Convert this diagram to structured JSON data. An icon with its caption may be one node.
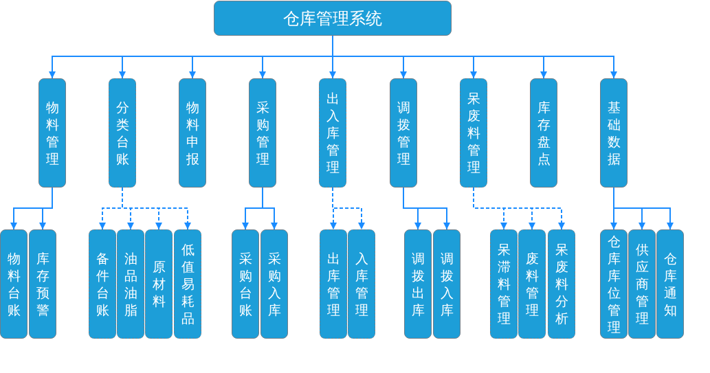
{
  "diagram": {
    "nodes": [
      {
        "text": [
          "仓库管理系统"
        ]
      },
      {
        "text": [
          "物料管理"
        ]
      },
      {
        "text": [
          "分类台账"
        ]
      },
      {
        "text": [
          "物料申报"
        ]
      },
      {
        "text": [
          "采购管理"
        ]
      },
      {
        "text": [
          "出入库管理"
        ]
      },
      {
        "text": [
          "调拨管理"
        ]
      },
      {
        "text": [
          "呆废料管理"
        ]
      },
      {
        "text": [
          "库存盘点"
        ]
      },
      {
        "text": [
          "基础数据"
        ]
      },
      {
        "text": [
          "物料台账"
        ]
      },
      {
        "text": [
          "库存预警"
        ]
      },
      {
        "text": [
          "备件台账"
        ]
      },
      {
        "text": [
          "油品油脂"
        ]
      },
      {
        "text": [
          "原材料"
        ]
      },
      {
        "text": [
          "低值易耗品"
        ]
      },
      {
        "text": [
          "采购台账"
        ]
      },
      {
        "text": [
          "采购入库"
        ]
      },
      {
        "text": [
          "出库管理"
        ]
      },
      {
        "text": [
          "入库管理"
        ]
      },
      {
        "text": [
          "调拨出库"
        ]
      },
      {
        "text": [
          "调拨入库"
        ]
      },
      {
        "text": [
          "呆滞料管理"
        ]
      },
      {
        "text": [
          "废料管理"
        ]
      },
      {
        "text": [
          "呆废料分析"
        ]
      },
      {
        "text": [
          "仓库库位管理"
        ]
      },
      {
        "text": [
          "供应商管理"
        ]
      },
      {
        "text": [
          "仓库通知"
        ]
      }
    ],
    "edges": [
      {
        "from": 0,
        "to": 1,
        "arrow": "to"
      },
      {
        "from": 0,
        "to": 2,
        "arrow": "to"
      },
      {
        "from": 0,
        "to": 3,
        "arrow": "to"
      },
      {
        "from": 0,
        "to": 4,
        "arrow": "to"
      },
      {
        "from": 0,
        "to": 5,
        "arrow": "to"
      },
      {
        "from": 0,
        "to": 6,
        "arrow": "to"
      },
      {
        "from": 0,
        "to": 7,
        "arrow": "to"
      },
      {
        "from": 0,
        "to": 8,
        "arrow": "to"
      },
      {
        "from": 0,
        "to": 9,
        "arrow": "to"
      },
      {
        "from": 1,
        "to": 10,
        "arrow": "to"
      },
      {
        "from": 1,
        "to": 11,
        "arrow": "to"
      },
      {
        "from": 2,
        "to": 12,
        "arrow": "to",
        "style": "dashed"
      },
      {
        "from": 2,
        "to": 13,
        "arrow": "to",
        "style": "dashed"
      },
      {
        "from": 2,
        "to": 14,
        "arrow": "to",
        "style": "dashed"
      },
      {
        "from": 2,
        "to": 15,
        "arrow": "to",
        "style": "dashed"
      },
      {
        "from": 4,
        "to": 16,
        "arrow": "to"
      },
      {
        "from": 4,
        "to": 17,
        "arrow": "to"
      },
      {
        "from": 5,
        "to": 18,
        "arrow": "to",
        "style": "dashed"
      },
      {
        "from": 5,
        "to": 19,
        "arrow": "to",
        "style": "dashed"
      },
      {
        "from": 6,
        "to": 20,
        "arrow": "to"
      },
      {
        "from": 6,
        "to": 21,
        "arrow": "to"
      },
      {
        "from": 7,
        "to": 22,
        "arrow": "to",
        "style": "dashed"
      },
      {
        "from": 7,
        "to": 23,
        "arrow": "to",
        "style": "dashed"
      },
      {
        "from": 7,
        "to": 24,
        "arrow": "to",
        "style": "dashed"
      },
      {
        "from": 9,
        "to": 25,
        "arrow": "to"
      },
      {
        "from": 9,
        "to": 26,
        "arrow": "to"
      },
      {
        "from": 9,
        "to": 27,
        "arrow": "to"
      }
    ]
  }
}
